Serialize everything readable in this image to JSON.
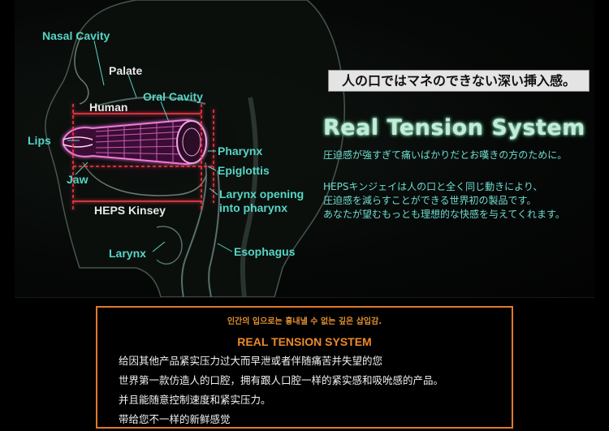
{
  "labels": {
    "nasal_cavity": "Nasal Cavity",
    "palate": "Palate",
    "human": "Human",
    "oral_cavity": "Oral Cavity",
    "lips": "Lips",
    "jaw": "Jaw",
    "heps_kinsey": "HEPS Kinsey",
    "pharynx": "Pharynx",
    "epiglottis": "Epiglottis",
    "larynx_opening_1": "Larynx opening",
    "larynx_opening_2": "into pharynx",
    "larynx": "Larynx",
    "esophagus": "Esophagus"
  },
  "japanese": {
    "banner": "人の口ではマネのできない深い挿入感。",
    "title": "Real Tension System",
    "line1": "圧迫感が強すぎて痛いばかりだとお嘆きの方のために。",
    "line2": "HEPSキンジェイは人の口と全く同じ動きにより、",
    "line3": "圧迫感を減らすことができる世界初の製品です。",
    "line4": "あなたが望むもっとも理想的な快感を与えてくれます。"
  },
  "bottom_box": {
    "korean": "인간의 입으로는 흉내낼 수 없는 깊은 삽입감.",
    "title": "REAL TENSION SYSTEM",
    "lines": [
      "给因其他产品紧实压力过大而早泄或者伴随痛苦并失望的您",
      "世界第一款仿造人的口腔，拥有跟人口腔一样的紧实感和吸吮感的产品。",
      "并且能随意控制速度和紧实压力。",
      "带给您不一样的新鲜感觉"
    ]
  },
  "colors": {
    "label_cyan": "#56d6c5",
    "guide_red": "#ff3b4a",
    "device_pink": "#f07ad8",
    "accent_orange": "#e07a2b"
  }
}
